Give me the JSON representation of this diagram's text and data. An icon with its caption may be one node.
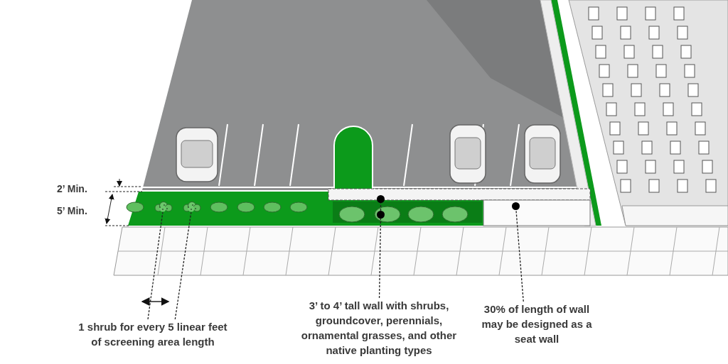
{
  "diagram": {
    "nodes": [
      {
        "text": [
          "1 shrub for every 5 linear feet of screening area length"
        ]
      },
      {
        "text": [
          "3’ to 4’ tall wall with shrubs, groundcover, perennials, ornamental grasses, and other native planting types"
        ]
      },
      {
        "text": [
          "30% of length of wall may be designed as a seat wall"
        ]
      },
      {
        "text": [],
        "shape": "picture"
      },
      {
        "text": [],
        "shape": "picture"
      },
      {
        "text": [],
        "shape": "circle"
      },
      {
        "text": [],
        "shape": "circle"
      },
      {
        "text": [],
        "shape": "circle"
      }
    ],
    "edges": [
      {
        "from": 0,
        "to": 3,
        "arrow": "none",
        "style": "dashed"
      },
      {
        "from": 0,
        "to": 4,
        "arrow": "none",
        "style": "dashed"
      },
      {
        "from": 1,
        "to": 6,
        "arrow": "none",
        "style": "dashed"
      },
      {
        "from": 6,
        "to": 5,
        "arrow": "none",
        "style": "dashed"
      },
      {
        "from": 2,
        "to": 7,
        "arrow": "none",
        "style": "dashed"
      }
    ],
    "labels": [
      "2’ Min.",
      "5’ Min."
    ]
  }
}
